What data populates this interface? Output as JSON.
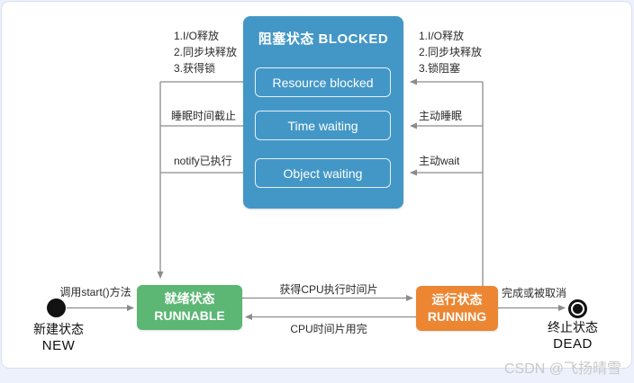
{
  "diagram": {
    "blocked": {
      "title": "阻塞状态 BLOCKED",
      "sub_states": [
        "Resource blocked",
        "Time waiting",
        "Object waiting"
      ]
    },
    "left_labels": {
      "unblock_list": [
        "1.I/O释放",
        "2.同步块释放",
        "3.获得锁"
      ],
      "sleep_end": "睡眠时间截止",
      "notify_done": "notify已执行"
    },
    "right_labels": {
      "block_list": [
        "1.I/O释放",
        "2.同步块释放",
        "3.锁阻塞"
      ],
      "active_sleep": "主动睡眠",
      "active_wait": "主动wait"
    },
    "runnable": {
      "title_cn": "就绪状态",
      "title_en": "RUNNABLE"
    },
    "running": {
      "title_cn": "运行状态",
      "title_en": "RUNNING"
    },
    "new_state": {
      "label_cn": "新建状态",
      "label_en": "NEW"
    },
    "dead_state": {
      "label_cn": "终止状态",
      "label_en": "DEAD"
    },
    "transitions": {
      "start_call": "调用start()方法",
      "get_cpu_slice": "获得CPU执行时间片",
      "cpu_slice_used": "CPU时间片用完",
      "finish_or_cancel": "完成或被取消"
    },
    "colors": {
      "blocked_blue": "#4397C7",
      "runnable_green": "#5CB674",
      "running_orange": "#EC8633",
      "line_gray": "#8C8C8C",
      "text_dark": "#2B2B2B",
      "terminal_black": "#121212",
      "watermark_gray": "#C9C9C9"
    }
  },
  "watermark": {
    "text": "CSDN @飞扬晴雪"
  }
}
